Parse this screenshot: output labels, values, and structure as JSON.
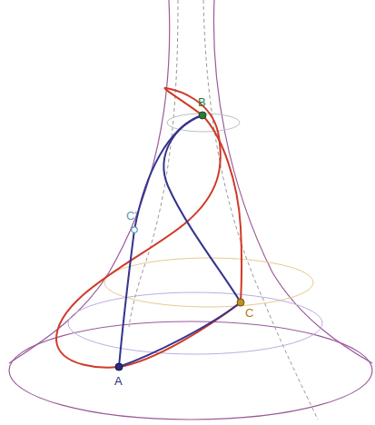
{
  "diagram": {
    "labels": [
      "B",
      "C'",
      "C",
      "A"
    ]
  }
}
